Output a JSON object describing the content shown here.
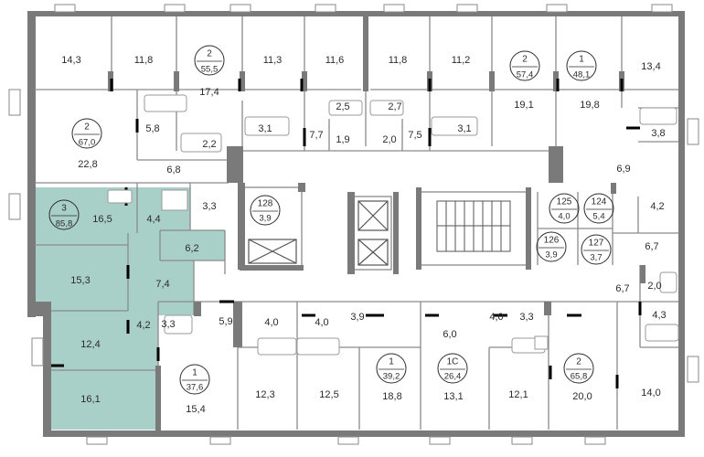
{
  "colors": {
    "wall": "#7a7a7a",
    "highlight": "#a9cfc9",
    "stroke": "#2b2b2b",
    "background": "#ffffff"
  },
  "apartments": [
    {
      "id": "apt-3-85",
      "number": "3",
      "area": "85,8",
      "highlighted": true
    },
    {
      "id": "apt-2-67",
      "number": "2",
      "area": "67,0"
    },
    {
      "id": "apt-2-55",
      "number": "2",
      "area": "55,5"
    },
    {
      "id": "apt-2-57",
      "number": "2",
      "area": "57,4"
    },
    {
      "id": "apt-1-48",
      "number": "1",
      "area": "48,1"
    },
    {
      "id": "apt-128",
      "number": "128",
      "area": "3,9"
    },
    {
      "id": "apt-125",
      "number": "125",
      "area": "4,0"
    },
    {
      "id": "apt-124",
      "number": "124",
      "area": "5,4"
    },
    {
      "id": "apt-126",
      "number": "126",
      "area": "3,9"
    },
    {
      "id": "apt-127",
      "number": "127",
      "area": "3,7"
    },
    {
      "id": "apt-1-37",
      "number": "1",
      "area": "37,6"
    },
    {
      "id": "apt-1-39",
      "number": "1",
      "area": "39,2"
    },
    {
      "id": "apt-1c-26",
      "number": "1С",
      "area": "26,4"
    },
    {
      "id": "apt-2-65",
      "number": "2",
      "area": "65,8"
    }
  ],
  "rooms": [
    "14,3",
    "11,8",
    "17,4",
    "11,3",
    "11,6",
    "11,8",
    "11,2",
    "19,1",
    "19,8",
    "13,4",
    "22,8",
    "5,8",
    "2,2",
    "6,8",
    "3,1",
    "2,5",
    "7,7",
    "1,9",
    "2,7",
    "2,0",
    "7,5",
    "3,1",
    "3,8",
    "6,9",
    "16,5",
    "4,4",
    "3,3",
    "4,2",
    "6,7",
    "6,2",
    "15,3",
    "7,4",
    "6,7",
    "2,0",
    "4,3",
    "5,9",
    "4,0",
    "4,0",
    "3,9",
    "6,0",
    "4,0",
    "3,3",
    "12,4",
    "4,2",
    "3,3",
    "16,1",
    "15,4",
    "12,3",
    "12,5",
    "18,8",
    "13,1",
    "12,1",
    "20,0",
    "14,0"
  ]
}
